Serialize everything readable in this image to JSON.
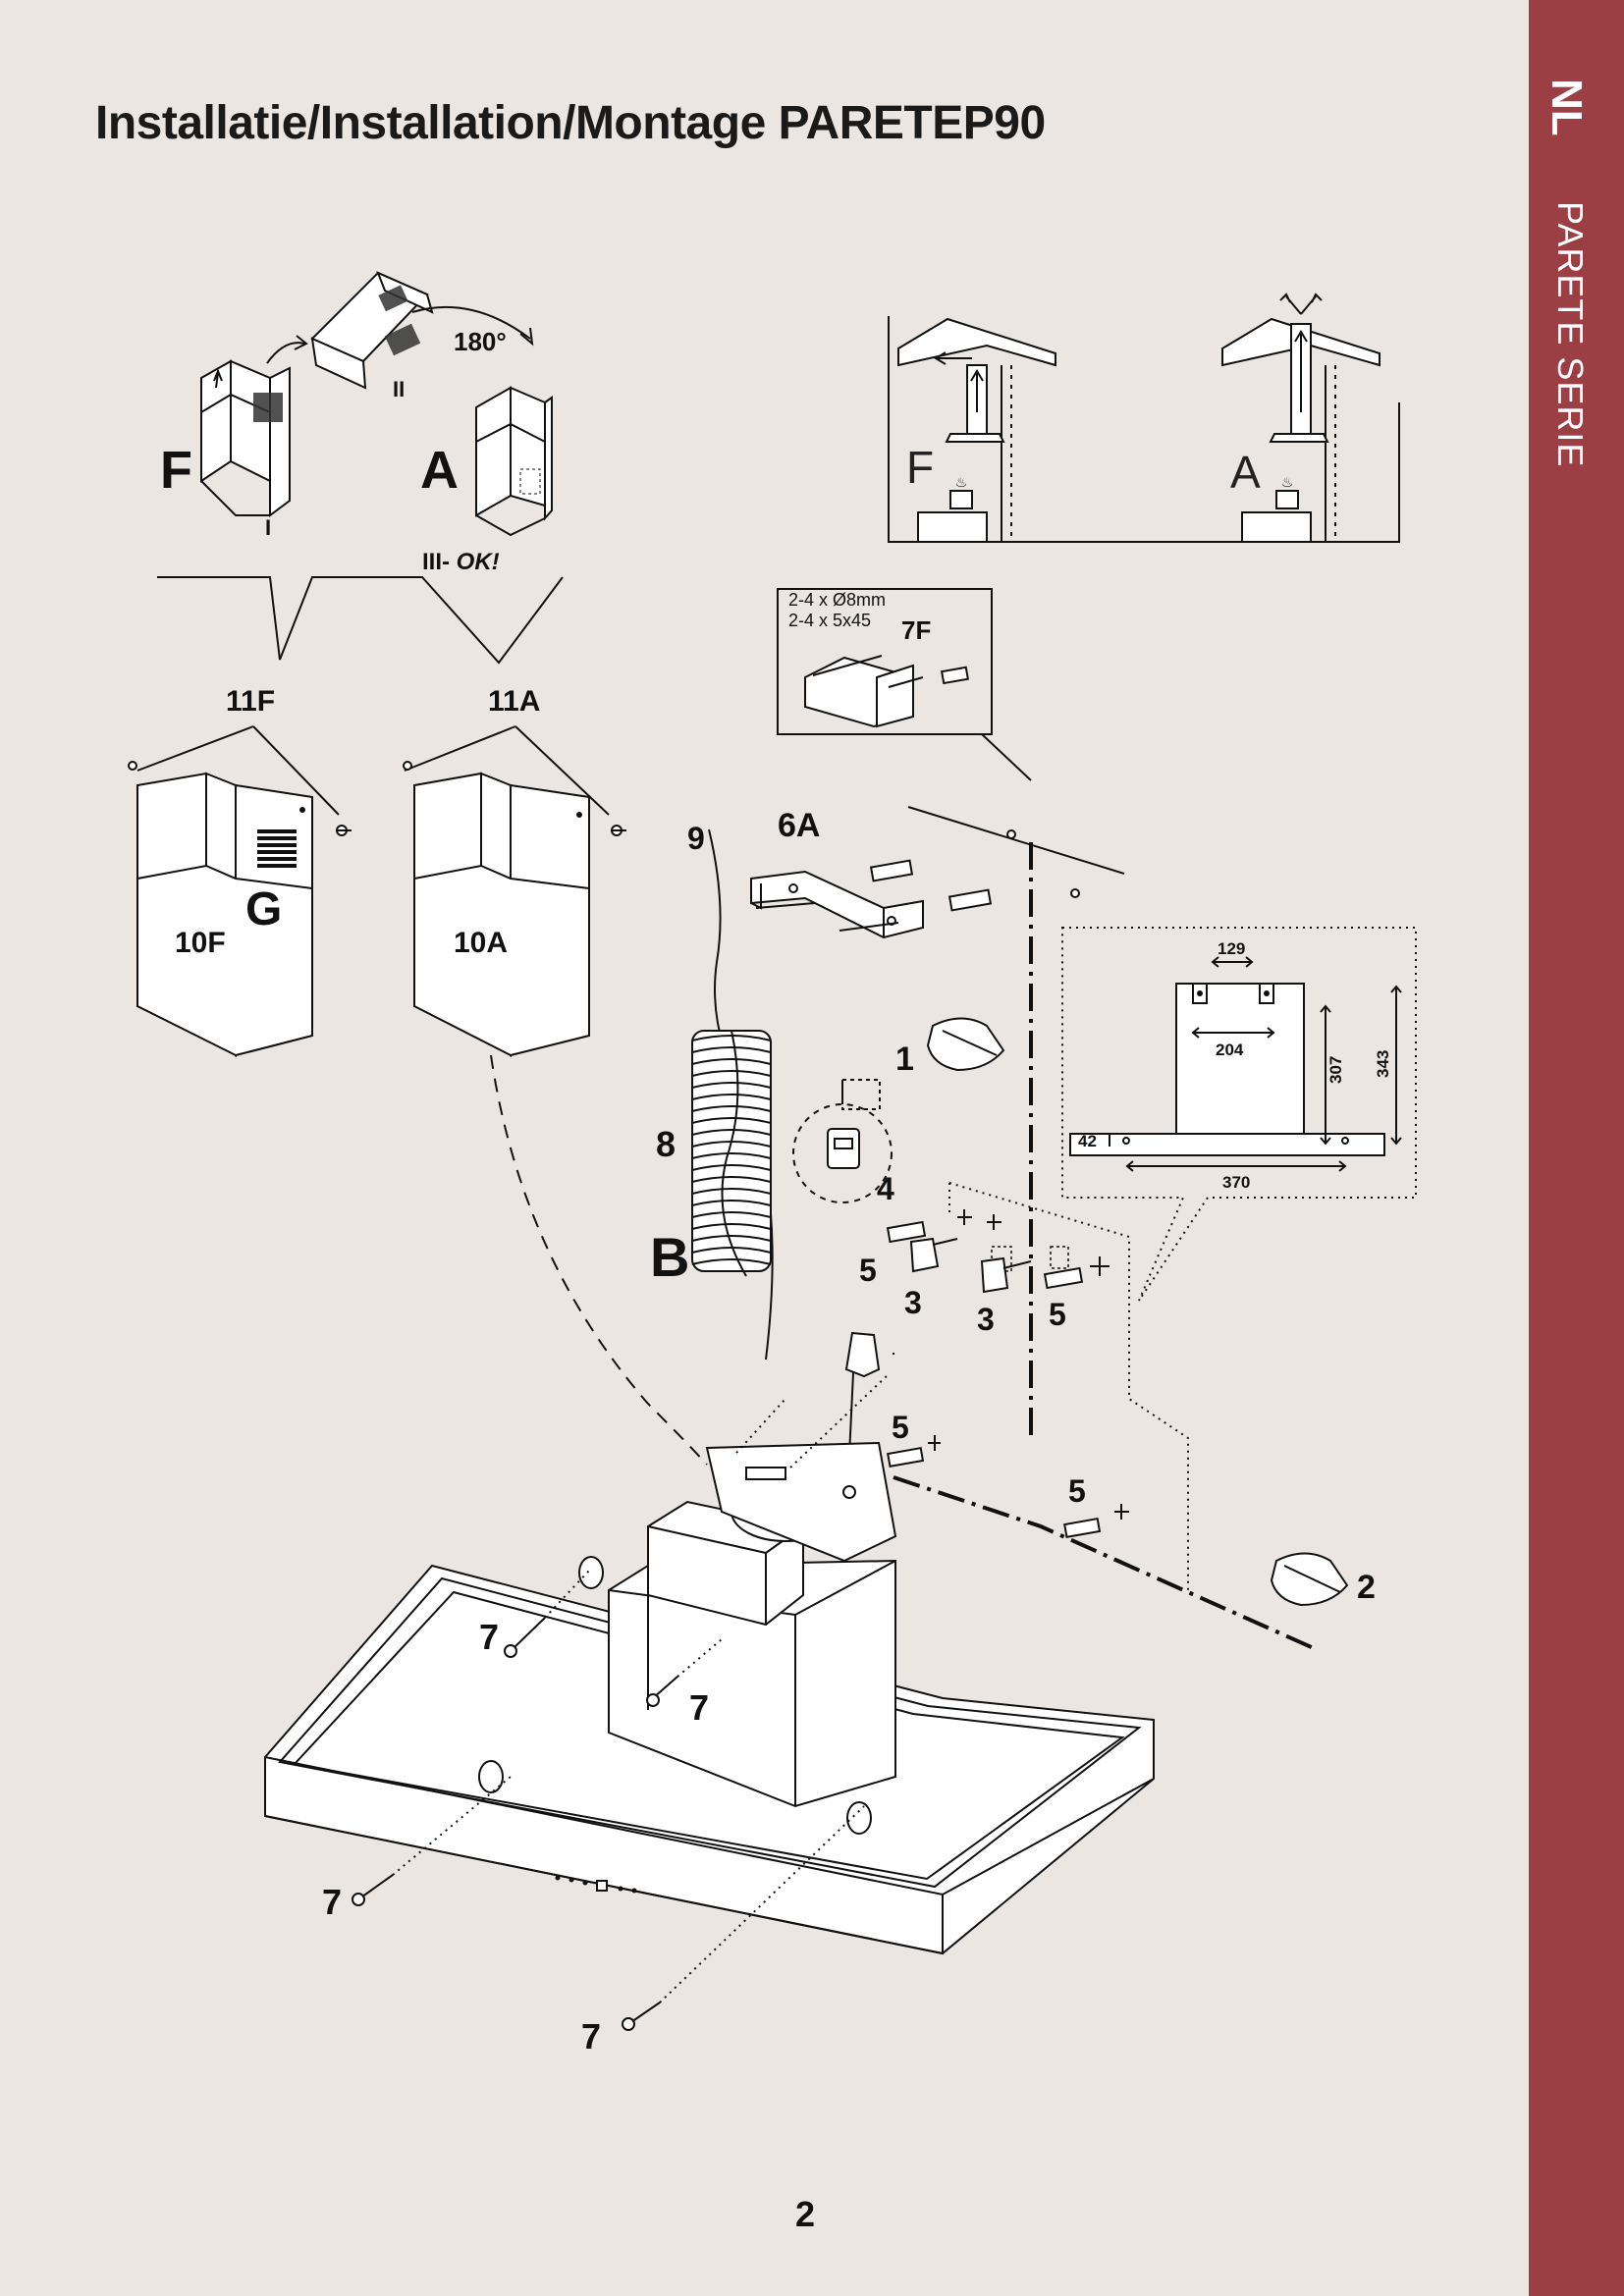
{
  "page": {
    "title": "Installatie/Installation/Montage PARETEP90",
    "lang_code": "NL",
    "series_label": "PARETE SERIE",
    "page_number": "2",
    "accent_color": "#9c3f45",
    "background_color": "#ebe6e1"
  },
  "diagram": {
    "chimney_conversion": {
      "label_f": "F",
      "label_a": "A",
      "step_1": "I",
      "step_2": "II",
      "step_3_prefix": "III-",
      "step_3_ok": "OK!",
      "rotation": "180°"
    },
    "airflow_modes": {
      "label_f": "F",
      "label_a": "A"
    },
    "bracket_7f": {
      "spec_line_1": "2-4 x Ø8mm",
      "spec_line_2": "2-4 x 5x45",
      "label": "7F"
    },
    "chimney_parts": {
      "upper_f": "11F",
      "upper_a": "11A",
      "lower_f": "10F",
      "lower_a": "10A",
      "grille": "G"
    },
    "parts": {
      "cable": "9",
      "bracket": "6A",
      "hose": "8",
      "hose_letter": "B",
      "valve": "4",
      "hook": "3",
      "plug": "5",
      "screw": "7",
      "step_drill": "1",
      "step_mark": "2"
    },
    "dimensions": {
      "d129": "129",
      "d204": "204",
      "d307": "307",
      "d343": "343",
      "d42": "42",
      "d370": "370"
    }
  }
}
